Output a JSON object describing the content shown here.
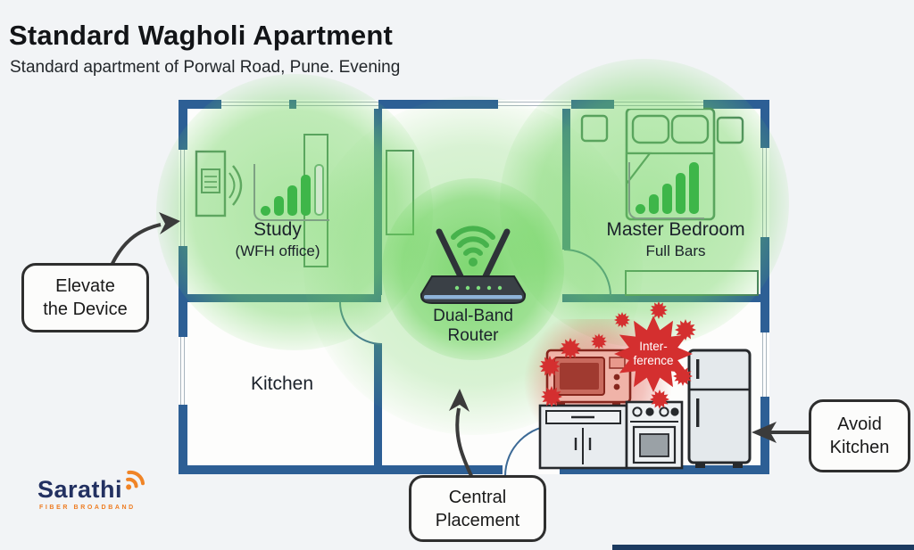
{
  "page": {
    "background": "#f2f4f6"
  },
  "header": {
    "title": "Standard Wagholi Apartment",
    "subtitle": "Standard apartment of Porwal Road, Pune. Evening"
  },
  "floorplan": {
    "rooms": {
      "study": {
        "name": "Study",
        "note": "(WFH office)",
        "signal": "4 of 5 bars"
      },
      "master_bedroom": {
        "name": "Master Bedroom",
        "note": "Full Bars",
        "signal": "5 of 5 bars"
      },
      "kitchen": {
        "name": "Kitchen"
      }
    },
    "router": {
      "line1": "Dual-Band",
      "line2": "Router"
    },
    "interference": {
      "line1": "Inter-",
      "line2": "ference"
    }
  },
  "callouts": {
    "elevate": {
      "line1": "Elevate",
      "line2": "the Device"
    },
    "central": {
      "line1": "Central",
      "line2": "Placement"
    },
    "avoid": {
      "line1": "Avoid",
      "line2": "Kitchen"
    }
  },
  "logo": {
    "name": "Sarathi",
    "tagline": "FIBER BROADBAND"
  },
  "colors": {
    "wall_blue": "#2d5f95",
    "coverage_green": "#71d460",
    "interference_red": "#d42f2f",
    "signal_green": "#3eb649",
    "logo_navy": "#233161",
    "logo_orange": "#ee7d23"
  },
  "icons": {
    "wifi-icon": "green wifi arcs above router",
    "router-icon": "dual-antenna wifi router",
    "signal-bars-icon": "ascending green signal bars",
    "desk-icon": "desk with computer and chair",
    "wardrobe-icon": "tall cabinet",
    "bed-icon": "double bed with pillows",
    "dresser-icon": "low dresser under bedroom wall",
    "microwave-icon": "microwave oven",
    "stove-icon": "cooking range with oven",
    "fridge-icon": "refrigerator",
    "burst-icon": "red interference starburst",
    "arrow-icon": "annotation arrow",
    "logo-wifi-icon": "orange wifi arcs"
  }
}
